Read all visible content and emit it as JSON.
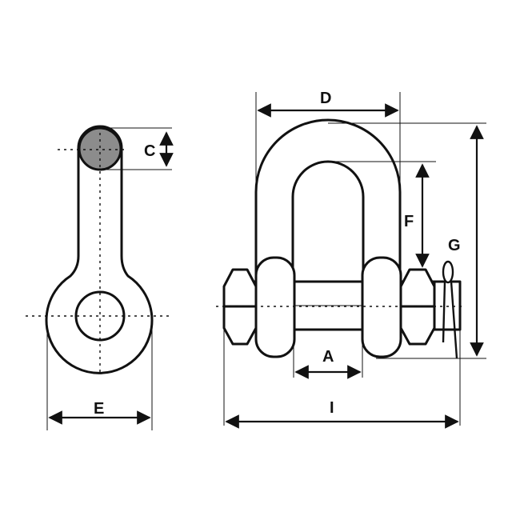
{
  "diagram": {
    "labels": {
      "A": "A",
      "C": "C",
      "D": "D",
      "E": "E",
      "F": "F",
      "G": "G",
      "I": "I"
    },
    "colors": {
      "outline": "#111111",
      "cross_section_fill": "#8c8c8c",
      "background": "#ffffff"
    }
  }
}
